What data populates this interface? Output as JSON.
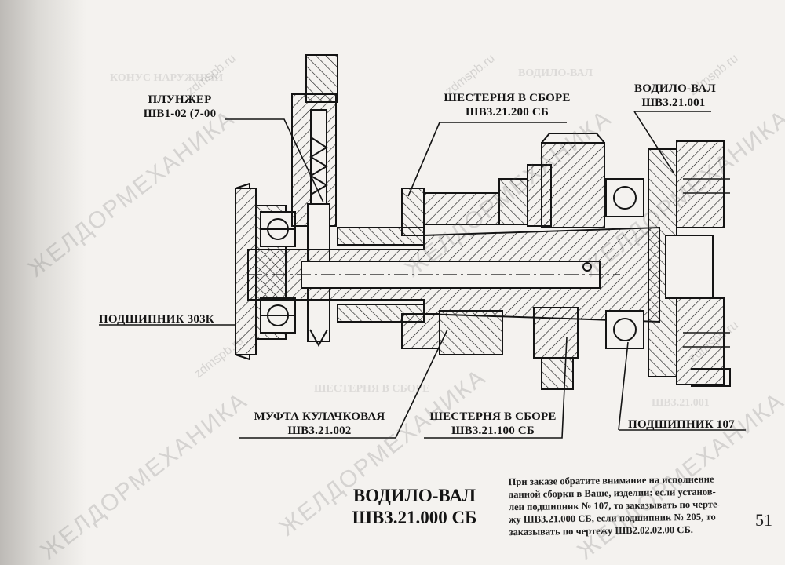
{
  "callouts": {
    "plunger": {
      "name": "ПЛУНЖЕР",
      "code": "ШВ1-02 (7-00"
    },
    "gear_top": {
      "name": "ШЕСТЕРНЯ В СБОРЕ",
      "code": "ШВ3.21.200 СБ"
    },
    "carrier_shaft": {
      "name": "ВОДИЛО-ВАЛ",
      "code": "ШВ3.21.001"
    },
    "bearing_left": {
      "name": "ПОДШИПНИК 303К"
    },
    "cam_clutch": {
      "name": "МУФТА КУЛАЧКОВАЯ",
      "code": "ШВ3.21.002"
    },
    "gear_bottom": {
      "name": "ШЕСТЕРНЯ В СБОРЕ",
      "code": "ШВ3.21.100 СБ"
    },
    "bearing_right": {
      "name": "ПОДШИПНИК 107"
    }
  },
  "title": {
    "line1": "ВОДИЛО-ВАЛ",
    "line2": "ШВ3.21.000 СБ"
  },
  "order_note": [
    "При заказе обратите внимание на исполнение",
    "данной сборки в Ваше, изделии: если установ-",
    "лен подшипник № 107, то заказывать по черте-",
    "жу ШВ3.21.000 СБ, если подшипник № 205, то",
    "заказывать по чертежу ШВ2.02.02.00 СБ."
  ],
  "page_number": "51",
  "watermarks": {
    "brand": "ЖЕЛДОРМЕХАНИКА",
    "site": "zdmspb.ru"
  },
  "ghost_text": {
    "top_left": "КОНУС НАРУЖНЫЙ",
    "top_mid": "ВОДИЛО-ВАЛ",
    "bottom_mid": "ШЕСТЕРНЯ В СБОРЕ",
    "bottom_right": "ШВ3.21.001"
  },
  "colors": {
    "paper": "#f4f2ef",
    "ink": "#141414",
    "watermark": "#5a5a5a"
  }
}
